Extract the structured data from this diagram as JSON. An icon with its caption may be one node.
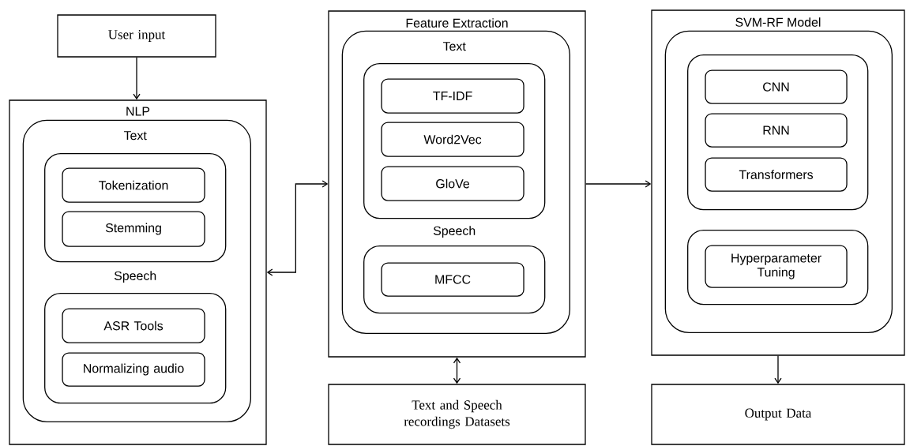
{
  "diagram": {
    "nodes": [
      {
        "text": [
          "User input"
        ]
      },
      {
        "text": [
          "NLP"
        ]
      },
      {
        "text": [],
        "shape": "box",
        "in": 1
      },
      {
        "text": [
          "Text"
        ],
        "in": 2
      },
      {
        "text": [
          "Tokenization"
        ],
        "in": 3
      },
      {
        "text": [
          "Stemming"
        ],
        "in": 3
      },
      {
        "text": [
          "Speech"
        ],
        "in": 2
      },
      {
        "text": [
          "ASR Tools"
        ],
        "in": 6
      },
      {
        "text": [
          "Normalizing audio"
        ],
        "in": 6
      },
      {
        "text": [
          "Feature Extraction"
        ]
      },
      {
        "text": [],
        "shape": "box",
        "in": 9
      },
      {
        "text": [
          "Text"
        ],
        "in": 10
      },
      {
        "text": [
          "TF-IDF"
        ],
        "in": 11
      },
      {
        "text": [
          "Word2Vec"
        ],
        "in": 11
      },
      {
        "text": [
          "GloVe"
        ],
        "in": 11
      },
      {
        "text": [
          "Speech"
        ],
        "in": 10
      },
      {
        "text": [
          "MFCC"
        ],
        "in": 15
      },
      {
        "text": [
          "Text and Speech recordings Datasets"
        ]
      },
      {
        "text": [
          "SVM-RF Model"
        ]
      },
      {
        "text": [],
        "shape": "box",
        "in": 18
      },
      {
        "text": [],
        "shape": "box",
        "in": 19
      },
      {
        "text": [
          "CNN"
        ],
        "in": 20
      },
      {
        "text": [
          "RNN"
        ],
        "in": 20
      },
      {
        "text": [
          "Transformers"
        ],
        "in": 20
      },
      {
        "text": [],
        "shape": "box",
        "in": 19
      },
      {
        "text": [
          "Hyperparameter Tuning"
        ],
        "in": 24
      },
      {
        "text": [
          "Output Data"
        ]
      }
    ],
    "edges": [
      {
        "from": 0,
        "to": 1,
        "arrow": "to"
      },
      {
        "from": 9,
        "to": 1,
        "arrow": "both"
      },
      {
        "from": 9,
        "to": 18,
        "arrow": "to"
      },
      {
        "from": 9,
        "to": 17,
        "arrow": "both"
      },
      {
        "from": 18,
        "to": 26,
        "arrow": "to"
      }
    ]
  }
}
